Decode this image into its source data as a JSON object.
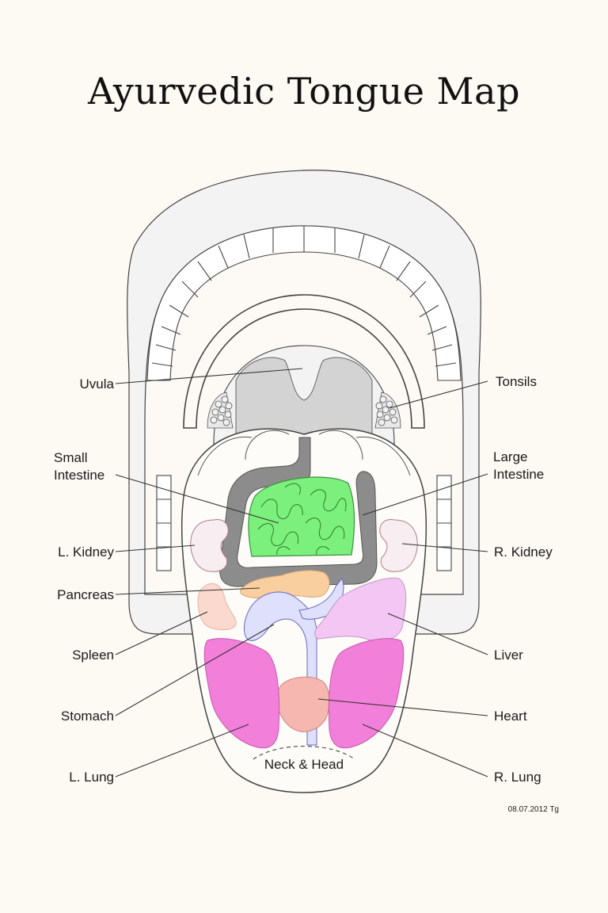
{
  "title": "Ayurvedic Tongue Map",
  "labels": {
    "uvula": "Uvula",
    "tonsils": "Tonsils",
    "small_intestine_1": "Small",
    "small_intestine_2": "Intestine",
    "large_intestine_1": "Large",
    "large_intestine_2": "Intestine",
    "l_kidney": "L. Kidney",
    "r_kidney": "R. Kidney",
    "pancreas": "Pancreas",
    "spleen": "Spleen",
    "liver": "Liver",
    "stomach": "Stomach",
    "heart": "Heart",
    "l_lung": "L. Lung",
    "r_lung": "R. Lung",
    "neck_head": "Neck & Head"
  },
  "credit": "08.07.2012 Tg",
  "colors": {
    "small_intestine": "#7cf07c",
    "large_intestine": "#8c8c8c",
    "kidney": "#f8eef2",
    "pancreas": "#f9cf9f",
    "spleen": "#fbd9cf",
    "stomach": "#dfe0fb",
    "liver": "#f3c6f3",
    "heart": "#f5b7b0",
    "lung": "#f27fd9",
    "uvula": "#d3d3d3"
  }
}
